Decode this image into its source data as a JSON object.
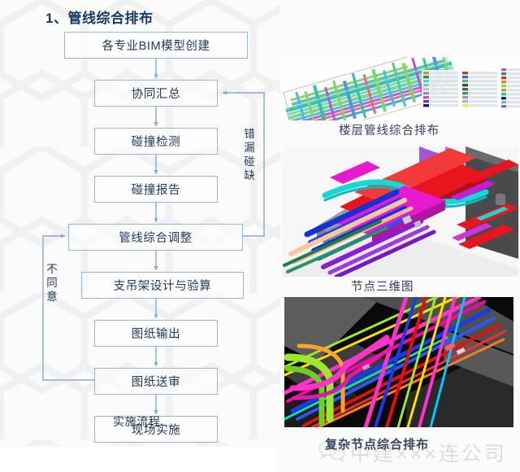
{
  "slide": {
    "title": "1、管线综合排布",
    "background_color": "#fbfbfb",
    "accent_color": "#1b3a63",
    "node_border_color": "#9bb4d4"
  },
  "flowchart": {
    "caption": "实施流程",
    "nodes": [
      {
        "id": "n1",
        "label": "各专业BIM模型创建"
      },
      {
        "id": "n2",
        "label": "协同汇总"
      },
      {
        "id": "n3",
        "label": "碰撞检测"
      },
      {
        "id": "n4",
        "label": "碰撞报告"
      },
      {
        "id": "n5",
        "label": "管线综合调整"
      },
      {
        "id": "n6",
        "label": "支吊架设计与验算"
      },
      {
        "id": "n7",
        "label": "图纸输出"
      },
      {
        "id": "n8",
        "label": "图纸送审"
      },
      {
        "id": "n9",
        "label": "现场实施"
      }
    ],
    "edge_labels": [
      {
        "id": "right-loop",
        "label": "错漏碰缺"
      },
      {
        "id": "left-loop",
        "label": "不同意"
      }
    ]
  },
  "figures": [
    {
      "id": "figure-floor-layout",
      "caption": "楼层管线综合排布",
      "kind": "plan-drawing-with-legend"
    },
    {
      "id": "figure-node-3d",
      "caption": "节点三维图",
      "kind": "3d-render"
    },
    {
      "id": "figure-complex-node",
      "caption": "复杂节点综合排布",
      "kind": "3d-render-dark"
    }
  ],
  "watermark": {
    "text": "中建×××连公司",
    "logo": "wechat-logo"
  }
}
